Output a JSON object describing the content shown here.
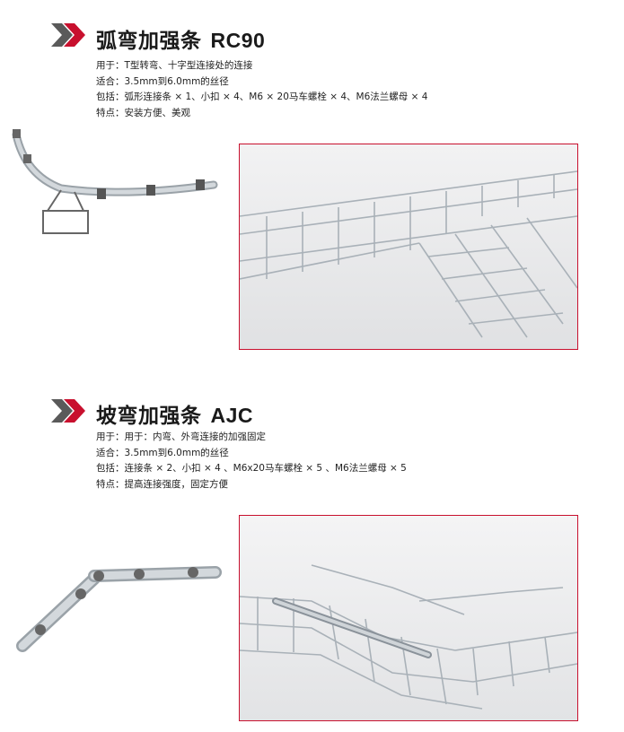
{
  "sections": [
    {
      "title": "弧弯加强条",
      "code": "RC90",
      "specs": [
        {
          "label": "用于：",
          "value": "T型转弯、十字型连接处的连接"
        },
        {
          "label": "适合：",
          "value": "3.5mm到6.0mm的丝径"
        },
        {
          "label": "包括：",
          "value": "弧形连接条 × 1、小扣 × 4、M6 × 20马车螺栓 × 4、M6法兰螺母 × 4"
        },
        {
          "label": "特点：",
          "value": "安装方便、美观"
        }
      ]
    },
    {
      "title": "坡弯加强条",
      "code": "AJC",
      "specs": [
        {
          "label": "用于：",
          "value": "用于：内弯、外弯连接的加强固定"
        },
        {
          "label": "适合：",
          "value": "3.5mm到6.0mm的丝径"
        },
        {
          "label": "包括：",
          "value": "连接条 × 2、小扣 × 4 、M6x20马车螺栓 × 5 、M6法兰螺母 × 5"
        },
        {
          "label": "特点：",
          "value": "提高连接强度，固定方便"
        }
      ]
    }
  ],
  "colors": {
    "accent_red": "#c8102e",
    "chevron_dark": "#555555",
    "chevron_red": "#c8102e",
    "frame_border": "#c8102e"
  },
  "icons": {
    "section_marker": "double-chevron-icon"
  }
}
